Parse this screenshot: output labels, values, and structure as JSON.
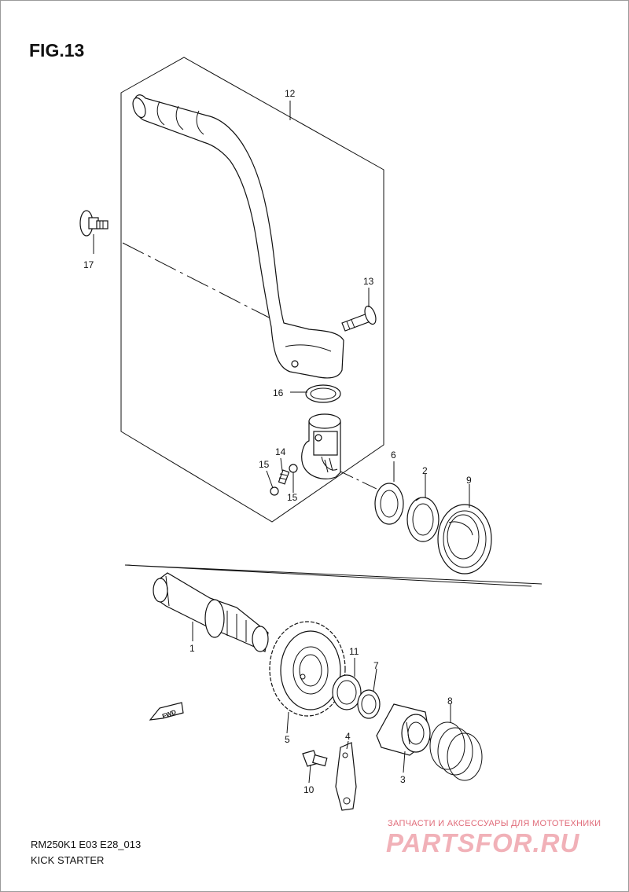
{
  "figure": {
    "title": "FIG.13",
    "model_code": "RM250K1  E03  E28_013",
    "section_name": "KICK STARTER"
  },
  "parts": [
    {
      "no": "1"
    },
    {
      "no": "2"
    },
    {
      "no": "3"
    },
    {
      "no": "4"
    },
    {
      "no": "5"
    },
    {
      "no": "6"
    },
    {
      "no": "7"
    },
    {
      "no": "8"
    },
    {
      "no": "9"
    },
    {
      "no": "10"
    },
    {
      "no": "11"
    },
    {
      "no": "12"
    },
    {
      "no": "13"
    },
    {
      "no": "14"
    },
    {
      "no": "15"
    },
    {
      "no": "15"
    },
    {
      "no": "16"
    },
    {
      "no": "17"
    }
  ],
  "direction_marker": "FWD",
  "watermark": {
    "tagline": "ЗАПЧАСТИ И АКСЕССУАРЫ ДЛЯ МОТОТЕХНИКИ",
    "logo_text": "PARTSFOR.RU"
  }
}
